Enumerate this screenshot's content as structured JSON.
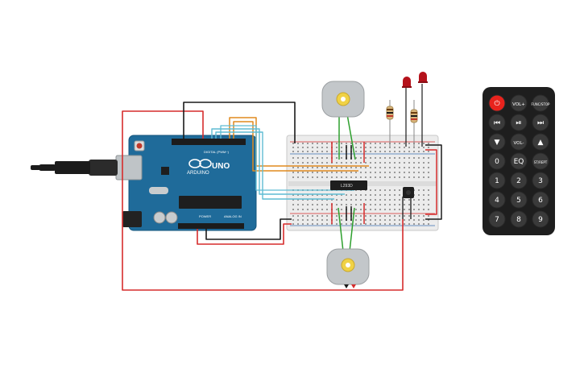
{
  "arduino": {
    "brand": "ARDUINO",
    "model": "UNO",
    "digital_label": "DIGITAL (PWM~)",
    "power_label": "POWER",
    "analog_label": "ANALOG IN"
  },
  "driver_chip": {
    "label": "L293D"
  },
  "remote": {
    "buttons": [
      {
        "id": "power",
        "label": "⏻",
        "color": "#e8231d"
      },
      {
        "id": "vol-plus",
        "label": "VOL+"
      },
      {
        "id": "func-stop",
        "label": "FUNC/STOP"
      },
      {
        "id": "prev",
        "label": "⏮"
      },
      {
        "id": "play-pause",
        "label": "⏯"
      },
      {
        "id": "next",
        "label": "⏭"
      },
      {
        "id": "down",
        "label": "▼"
      },
      {
        "id": "vol-minus",
        "label": "VOL-"
      },
      {
        "id": "up",
        "label": "▲"
      },
      {
        "id": "zero",
        "label": "0"
      },
      {
        "id": "eq",
        "label": "EQ"
      },
      {
        "id": "st-rept",
        "label": "ST/REPT"
      },
      {
        "id": "one",
        "label": "1"
      },
      {
        "id": "two",
        "label": "2"
      },
      {
        "id": "three",
        "label": "3"
      },
      {
        "id": "four",
        "label": "4"
      },
      {
        "id": "five",
        "label": "5"
      },
      {
        "id": "six",
        "label": "6"
      },
      {
        "id": "seven",
        "label": "7"
      },
      {
        "id": "eight",
        "label": "8"
      },
      {
        "id": "nine",
        "label": "9"
      }
    ]
  },
  "colors": {
    "board": "#1f6b9a",
    "wire_red": "#d62c2c",
    "wire_black": "#1a1a1a",
    "wire_orange": "#e08a1e",
    "wire_cyan": "#5fbcd3",
    "wire_green": "#2ea02e",
    "breadboard": "#eeeeee",
    "remote_body": "#1e1e1e"
  }
}
